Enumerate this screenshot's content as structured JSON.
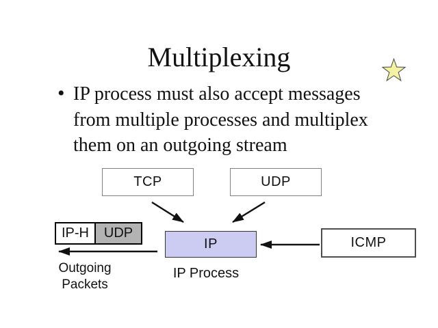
{
  "slide": {
    "title": "Multiplexing",
    "bullet": {
      "marker": "•",
      "lines": [
        "IP process must also accept messages",
        "from multiple processes and multiplex",
        "them on an outgoing stream"
      ]
    },
    "diagram": {
      "tcp_box_label": "TCP",
      "udp_box_label": "UDP",
      "icmp_box_label": "ICMP",
      "ip_box_label": "IP",
      "packet": {
        "header_label": "IP-H",
        "payload_label": "UDP"
      },
      "outgoing_label": "Outgoing\nPackets",
      "ip_process_label": "IP Process",
      "arrows": [
        "tcp-to-ip",
        "udp-to-ip",
        "icmp-to-ip",
        "ip-to-outgoing"
      ]
    },
    "icons": {
      "top_right": "star-icon"
    },
    "colors": {
      "background": "#ffffff",
      "text": "#111111",
      "ip_box_fill": "#ccccf2",
      "packet_payload_fill": "#b3b3b3",
      "box_border": "#808080",
      "star_fill": "#f5f2a3",
      "star_stroke": "#4d4d4d"
    }
  }
}
